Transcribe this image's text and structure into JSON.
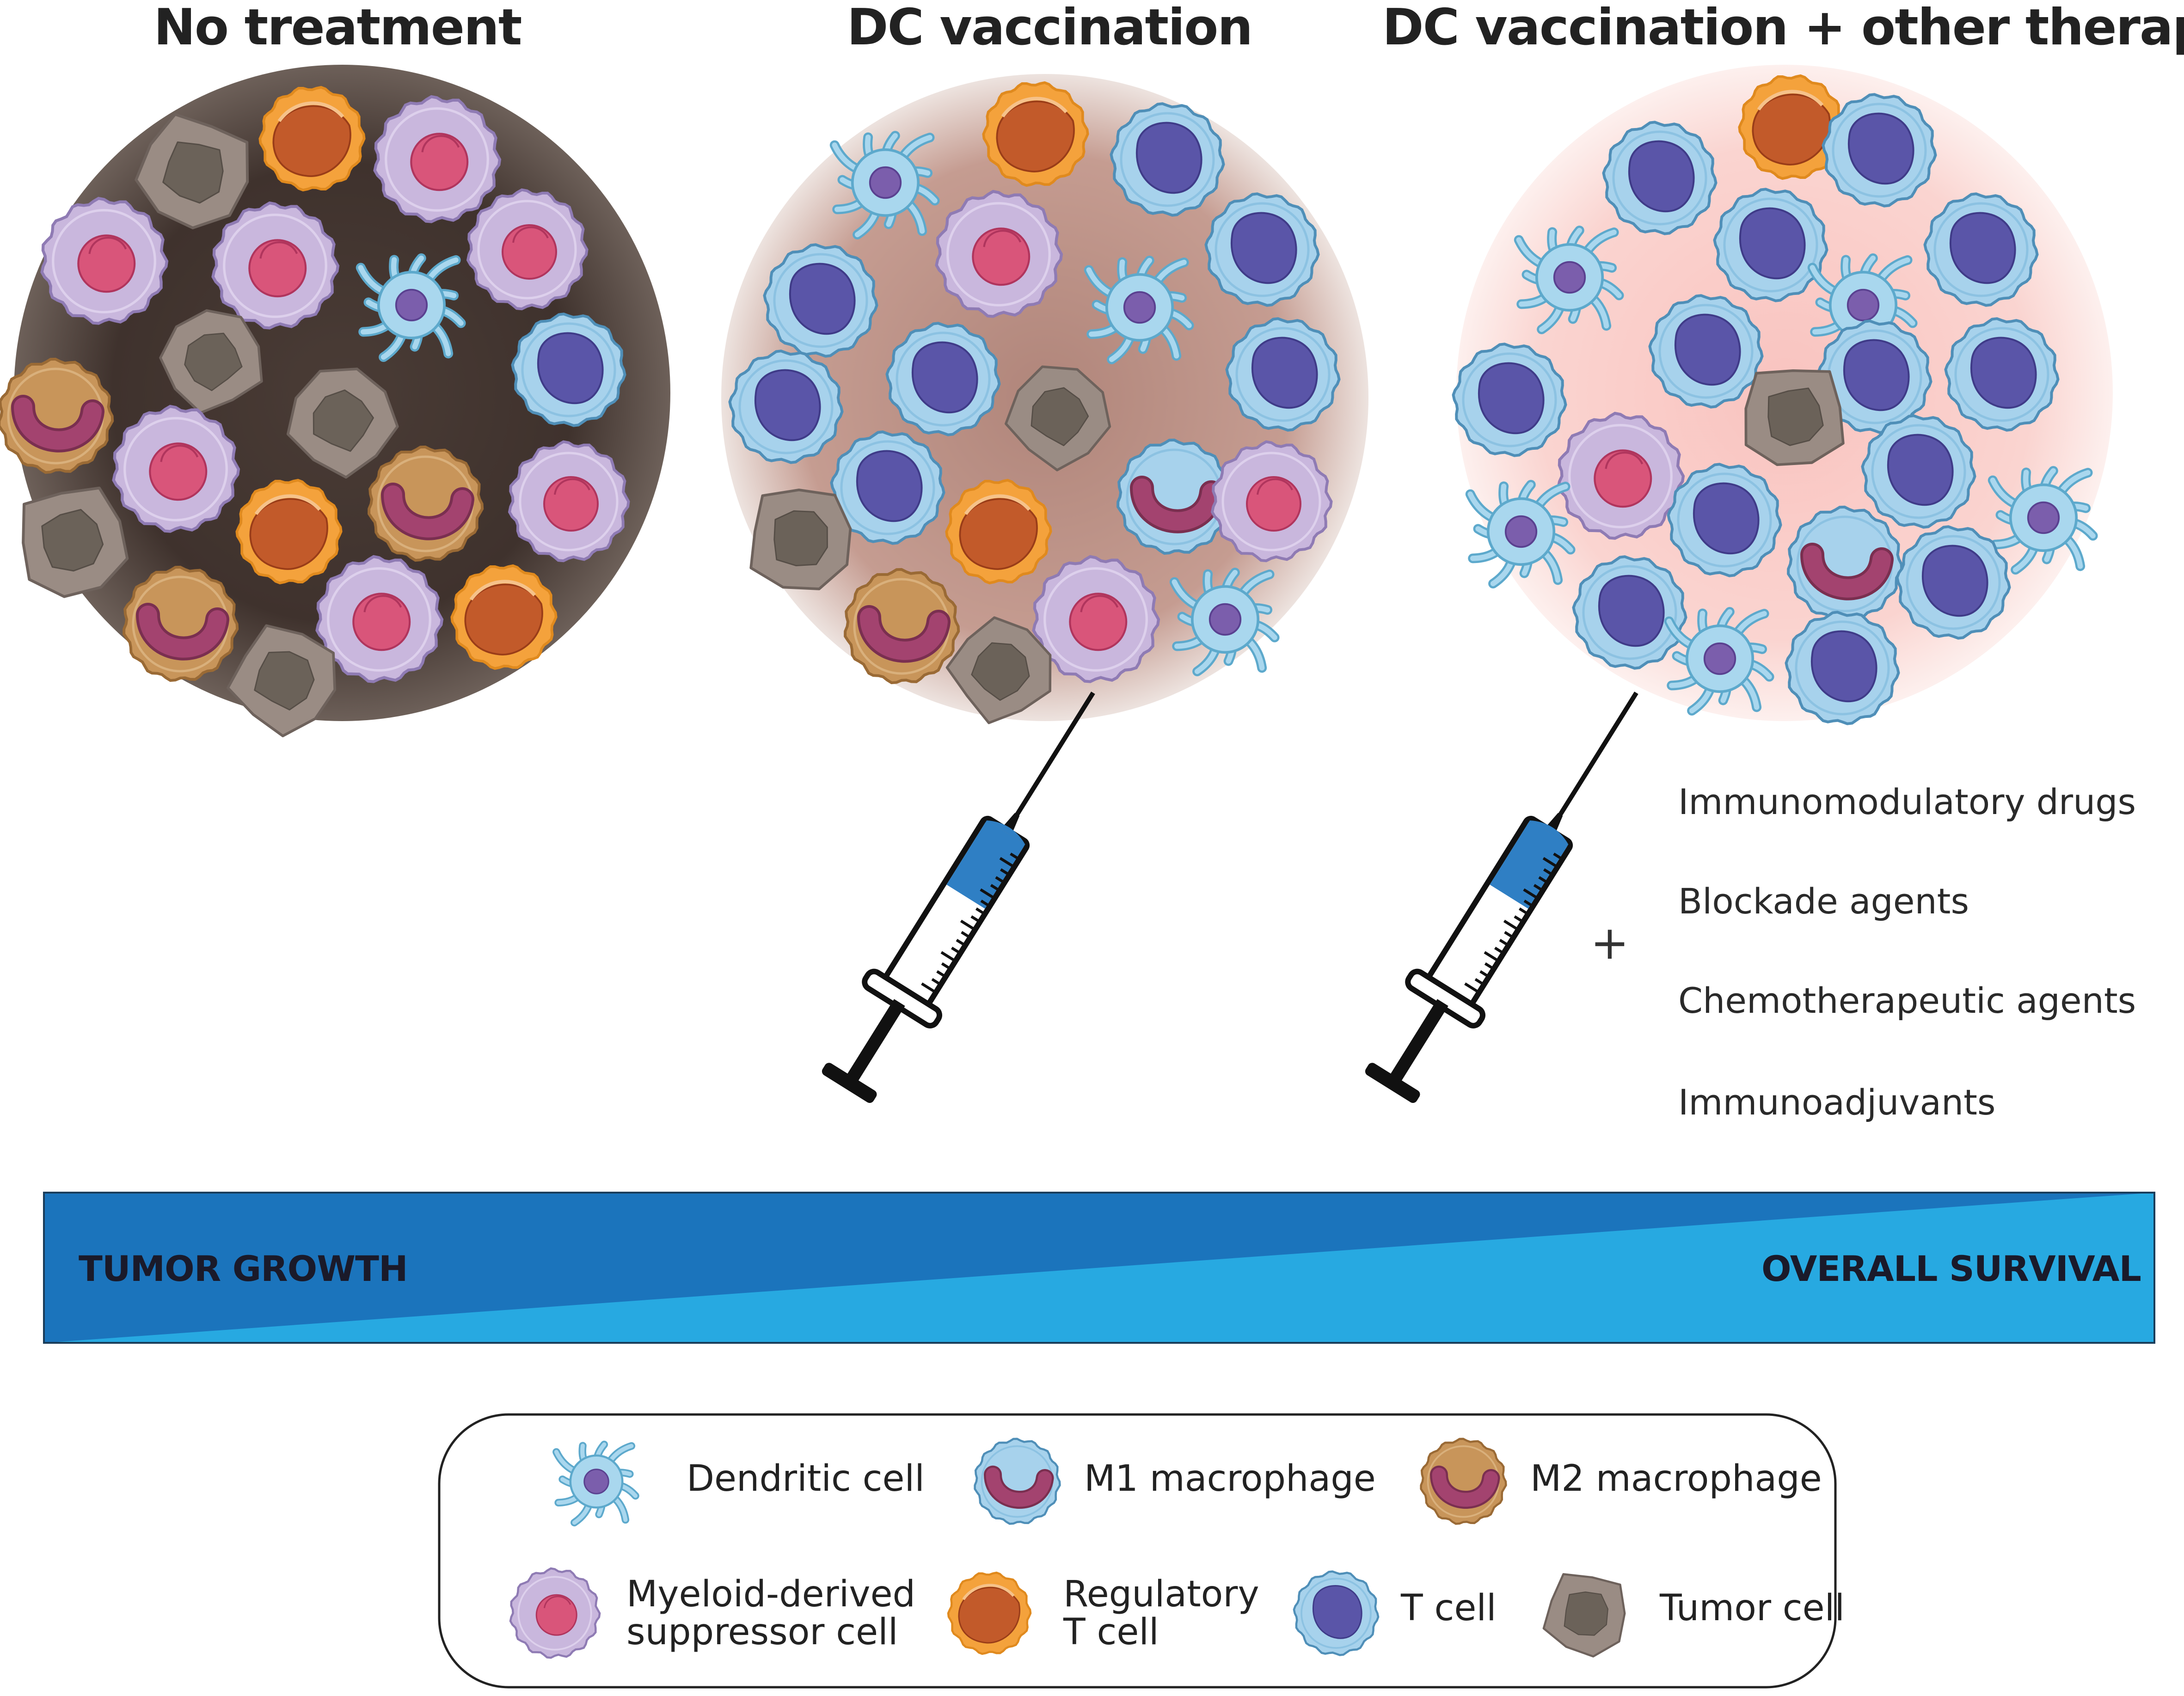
{
  "panels": [
    {
      "title": "No treatment"
    },
    {
      "title": "DC vaccination"
    },
    {
      "title": "DC vaccination + other therapies"
    }
  ],
  "therapies": {
    "plus_sign": "+",
    "items": [
      "Immunomodulatory drugs",
      "Blockade agents",
      "Chemotherapeutic agents",
      "Immunoadjuvants"
    ]
  },
  "gradient_bar": {
    "left_label": "TUMOR GROWTH",
    "right_label": "OVERALL SURVIVAL",
    "colors": {
      "dark": "#1b74bc",
      "light": "#27a9e1"
    }
  },
  "legend": {
    "items": [
      {
        "id": "dendritic",
        "label_lines": [
          "Dendritic cell"
        ],
        "icon": "dendritic-cell-icon"
      },
      {
        "id": "m1",
        "label_lines": [
          "M1 macrophage"
        ],
        "icon": "m1-macrophage-icon"
      },
      {
        "id": "m2",
        "label_lines": [
          "M2 macrophage"
        ],
        "icon": "m2-macrophage-icon"
      },
      {
        "id": "mdsc",
        "label_lines": [
          "Myeloid-derived",
          "suppressor cell"
        ],
        "icon": "mdsc-icon"
      },
      {
        "id": "treg",
        "label_lines": [
          "Regulatory",
          "T cell"
        ],
        "icon": "regulatory-t-cell-icon"
      },
      {
        "id": "tcell",
        "label_lines": [
          "T cell"
        ],
        "icon": "t-cell-icon"
      },
      {
        "id": "tumor",
        "label_lines": [
          "Tumor cell"
        ],
        "icon": "tumor-cell-icon"
      }
    ]
  },
  "colors": {
    "dc_fill": "#a9d7ee",
    "dc_stroke": "#5da9cc",
    "dc_nucleus": "#7b5eac",
    "tcell_fill": "#a7d2ec",
    "tcell_stroke": "#4f8fb8",
    "tcell_nucleus": "#5a55a8",
    "m1_fill": "#a7d2ec",
    "m1_nucleus": "#a3436f",
    "m2_fill": "#c8955a",
    "m2_stroke": "#9a6a35",
    "m2_nucleus": "#a3436f",
    "mdsc_fill": "#c9b7dd",
    "mdsc_stroke": "#8f7bb4",
    "mdsc_nucleus": "#d9557a",
    "treg_fill": "#f4a23c",
    "treg_stroke": "#e08a1e",
    "treg_nucleus": "#c25a2a",
    "tumor_fill": "#9a8c84",
    "tumor_stroke": "#6e625c",
    "tumor_nucleus": "#6b6259",
    "bg_panel1": "#3f322d",
    "bg_panel2": "#b08a80",
    "bg_panel3": "#f7c9c6"
  }
}
